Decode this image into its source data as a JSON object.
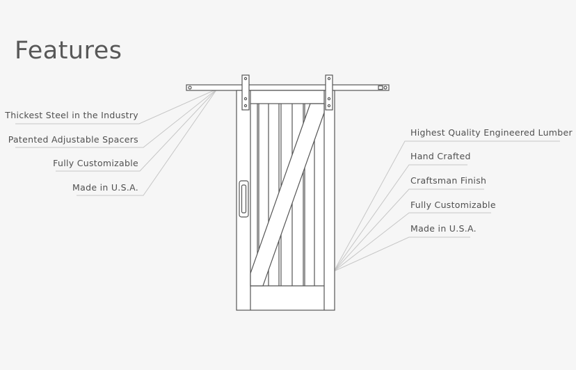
{
  "title": "Features",
  "left_features": [
    "Thickest Steel in the Industry",
    "Patented Adjustable Spacers",
    "Fully Customizable",
    "Made in U.S.A."
  ],
  "right_features": [
    "Highest Quality Engineered Lumber",
    "Hand Crafted",
    "Craftsman Finish",
    "Fully Customizable",
    "Made in U.S.A."
  ],
  "colors": {
    "background": "#f6f6f6",
    "line": "#555555",
    "leader": "#c8c8c8",
    "text": "#4f4f4f"
  }
}
